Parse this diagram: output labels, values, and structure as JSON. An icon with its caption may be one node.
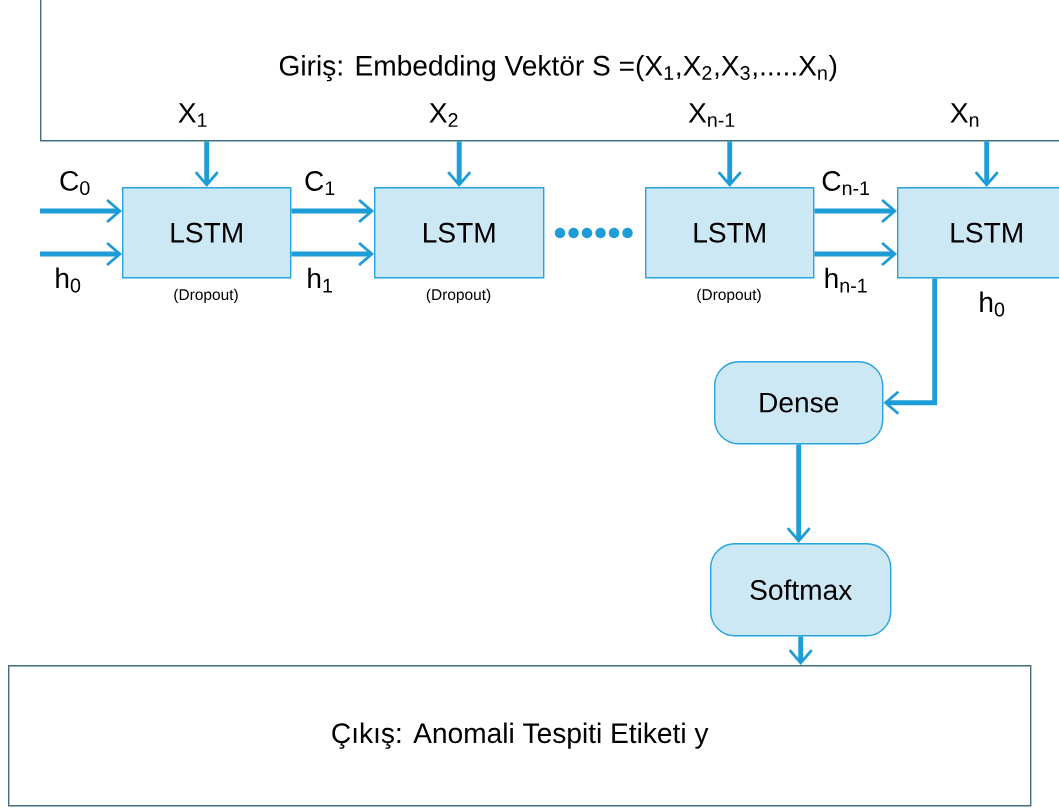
{
  "diagram": {
    "nodes": [
      {
        "text": [
          "Giriş: Embedding Vektör S =(X$_{1}$,X$_{2}$,X$_{3}$,.....X$_{n}$)"
        ]
      },
      {
        "text": [
          "LSTM"
        ],
        "beside": [
          "(Dropout)"
        ]
      },
      {
        "text": [
          "LSTM"
        ],
        "beside": [
          "(Dropout)"
        ]
      },
      {
        "text": [
          "LSTM"
        ],
        "beside": [
          "(Dropout)"
        ]
      },
      {
        "text": [
          "LSTM"
        ]
      },
      {
        "text": [
          "Dense"
        ]
      },
      {
        "text": [
          "Softmax"
        ]
      },
      {
        "text": [
          "Çıkış: Anomali Tespiti Etiketi y"
        ]
      }
    ],
    "edges": [
      {
        "from": 0,
        "to": 1,
        "arrow": "to",
        "label": "X$_{1}$"
      },
      {
        "from": 0,
        "to": 2,
        "arrow": "to",
        "label": "X$_{2}$"
      },
      {
        "from": 0,
        "to": 3,
        "arrow": "to",
        "label": "X$_{n-1}$"
      },
      {
        "from": 0,
        "to": 4,
        "arrow": "to",
        "label": "X$_{n}$"
      },
      {
        "from": null,
        "to": 1,
        "arrow": "to",
        "label": "C$_{0}$"
      },
      {
        "from": null,
        "to": 1,
        "arrow": "to",
        "label": "h$_{0}$"
      },
      {
        "from": 1,
        "to": 2,
        "arrow": "to",
        "label": "C$_{1}$"
      },
      {
        "from": 1,
        "to": 2,
        "arrow": "to",
        "label": "h$_{1}$"
      },
      {
        "from": 3,
        "to": 4,
        "arrow": "to",
        "label": "C$_{n-1}$"
      },
      {
        "from": 3,
        "to": 4,
        "arrow": "to",
        "label": "h$_{n-1}$"
      },
      {
        "from": 4,
        "to": 5,
        "arrow": "to",
        "label": "h$_{0}$"
      },
      {
        "from": 5,
        "to": 6,
        "arrow": "to"
      },
      {
        "from": 6,
        "to": 7,
        "arrow": "to"
      }
    ]
  }
}
